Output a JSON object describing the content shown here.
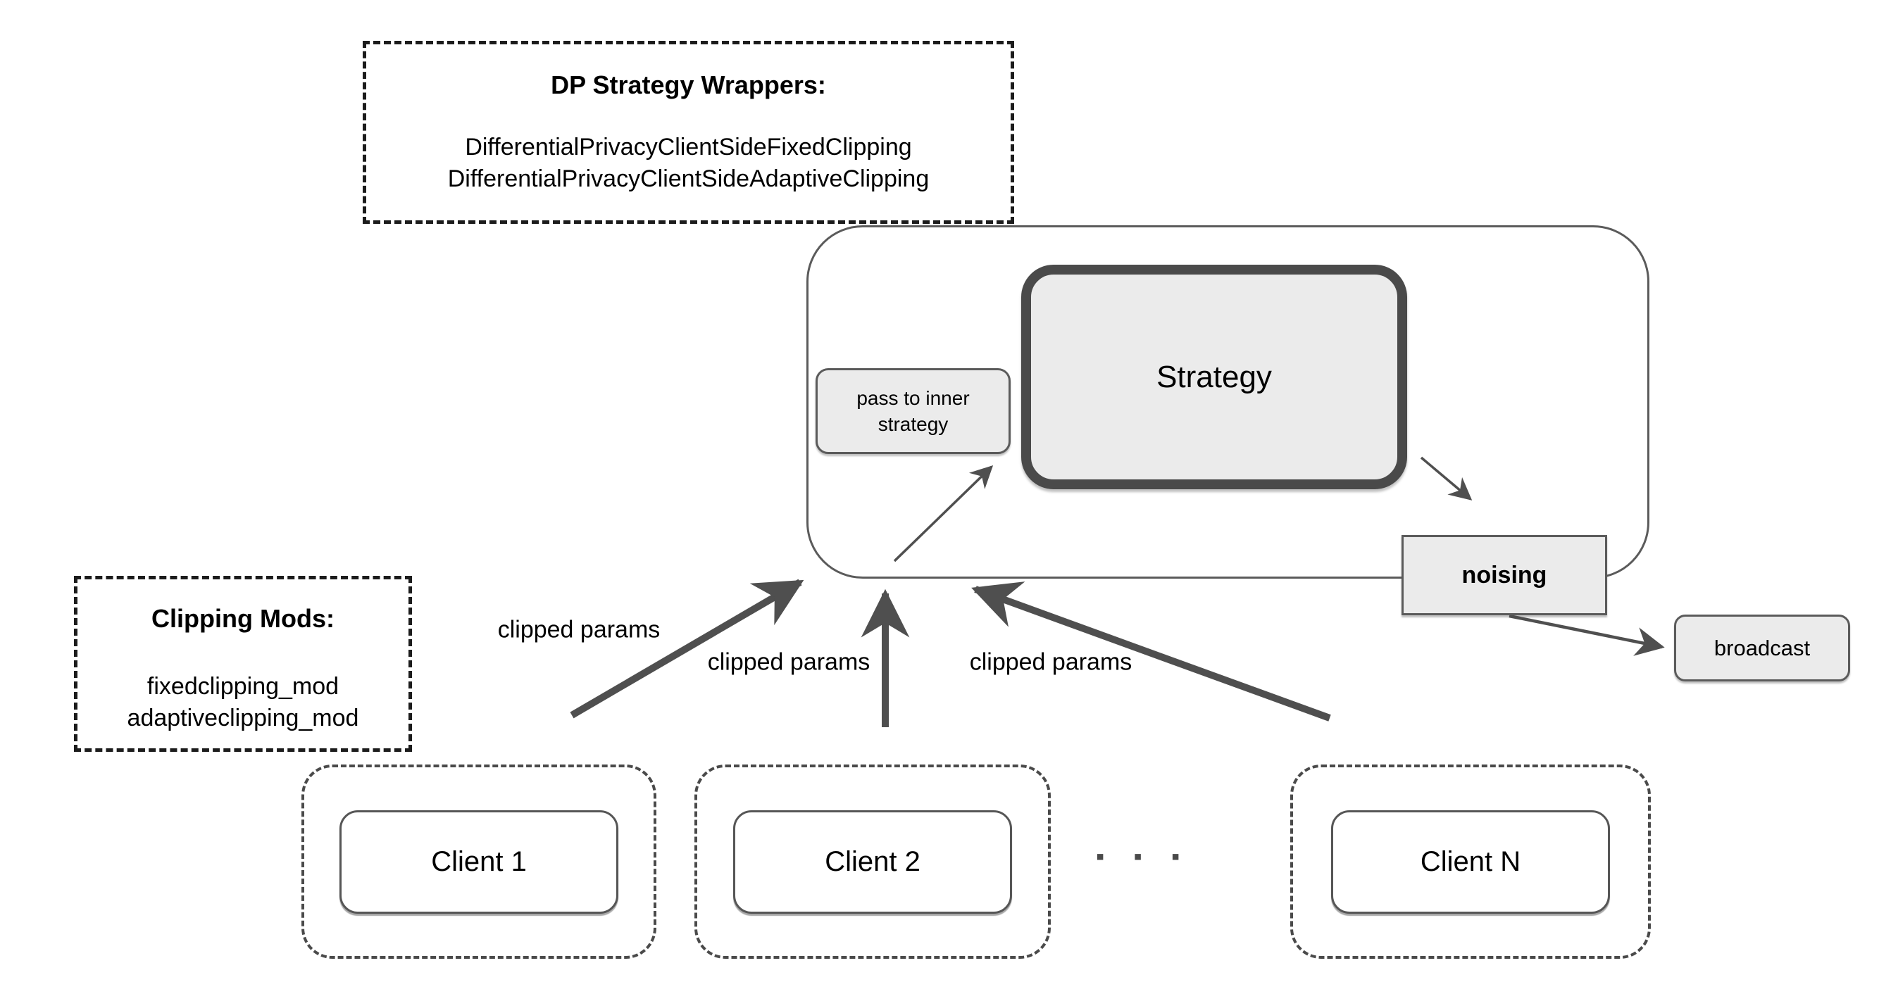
{
  "diagram": {
    "dp_wrappers": {
      "title": "DP Strategy Wrappers:",
      "items": [
        "DifferentialPrivacyClientSideFixedClipping",
        "DifferentialPrivacyClientSideAdaptiveClipping"
      ]
    },
    "clipping_mods": {
      "title": "Clipping Mods:",
      "items": [
        "fixedclipping_mod",
        "adaptiveclipping_mod"
      ]
    },
    "server": {
      "pass_to_inner": "pass to inner strategy",
      "strategy": "Strategy",
      "noising": "noising",
      "broadcast": "broadcast"
    },
    "arrows": {
      "clipped_params": [
        "clipped params",
        "clipped params",
        "clipped params"
      ]
    },
    "clients": {
      "items": [
        "Client 1",
        "Client 2",
        "Client N"
      ],
      "ellipsis": "▪ ▪ ▪"
    }
  },
  "colors": {
    "background": "#ffffff",
    "box_fill": "#ebebeb",
    "border_mid": "#5b5b5b",
    "border_dark": "#4a4a4a",
    "dashed_black": "#1c1c1c",
    "arrow": "#4f4f4f",
    "text": "#000000"
  }
}
